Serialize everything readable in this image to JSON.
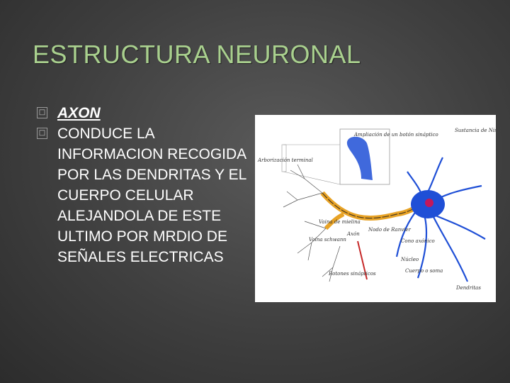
{
  "slide": {
    "title": "ESTRUCTURA NEURONAL",
    "bullets": [
      {
        "marker": "□",
        "text": "AXON"
      },
      {
        "marker": "□",
        "text": "CONDUCE LA INFORMACION RECOGIDA POR LAS DENDRITAS Y EL CUERPO CELULAR ALEJANDOLA DE ESTE ULTIMO POR MRDIO DE SEÑALES ELECTRICAS"
      }
    ]
  },
  "figure": {
    "labels": {
      "ampliacion": "Ampliación de un botón sináptico",
      "sustancia": "Sustancia de Nissl",
      "arborizacion": "Arborización terminal",
      "vaina_mielina": "Vaina de mielina",
      "axon": "Axón",
      "nodo_ranvier": "Nodo de Ranvier",
      "vaina_schwann": "Vaina schwann",
      "cono_axonico": "Cono axónico",
      "nucleo": "Núcleo",
      "botones": "Botones sinápticos",
      "cuerpo": "Cuerpo o soma",
      "dendritas": "Dendritas"
    },
    "colors": {
      "cell": "#1f4fd6",
      "nucleolus": "#c2185b",
      "myelin": "#e8a326",
      "arrow": "#c62828"
    }
  }
}
